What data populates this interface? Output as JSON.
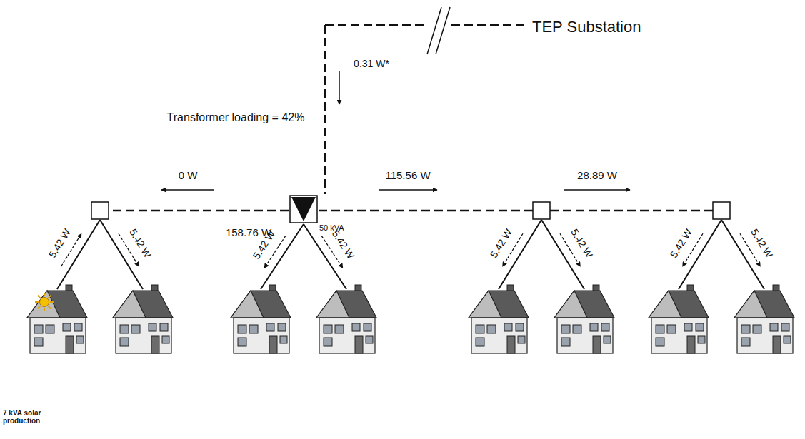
{
  "diagram": {
    "nodes": [
      {
        "text": [
          "50 kVA"
        ]
      }
    ],
    "labels": [
      "TEP Substation",
      "0.31 W*",
      "Transformer loading = 42%",
      "0 W",
      "158.76 W",
      "115.56 W",
      "28.89 W",
      "5.42 W",
      "5.42 W",
      "5.42 W",
      "5.42 W",
      "5.42 W",
      "5.42 W",
      "5.42 W",
      "5.42 W",
      "7 kVA solar production"
    ]
  }
}
